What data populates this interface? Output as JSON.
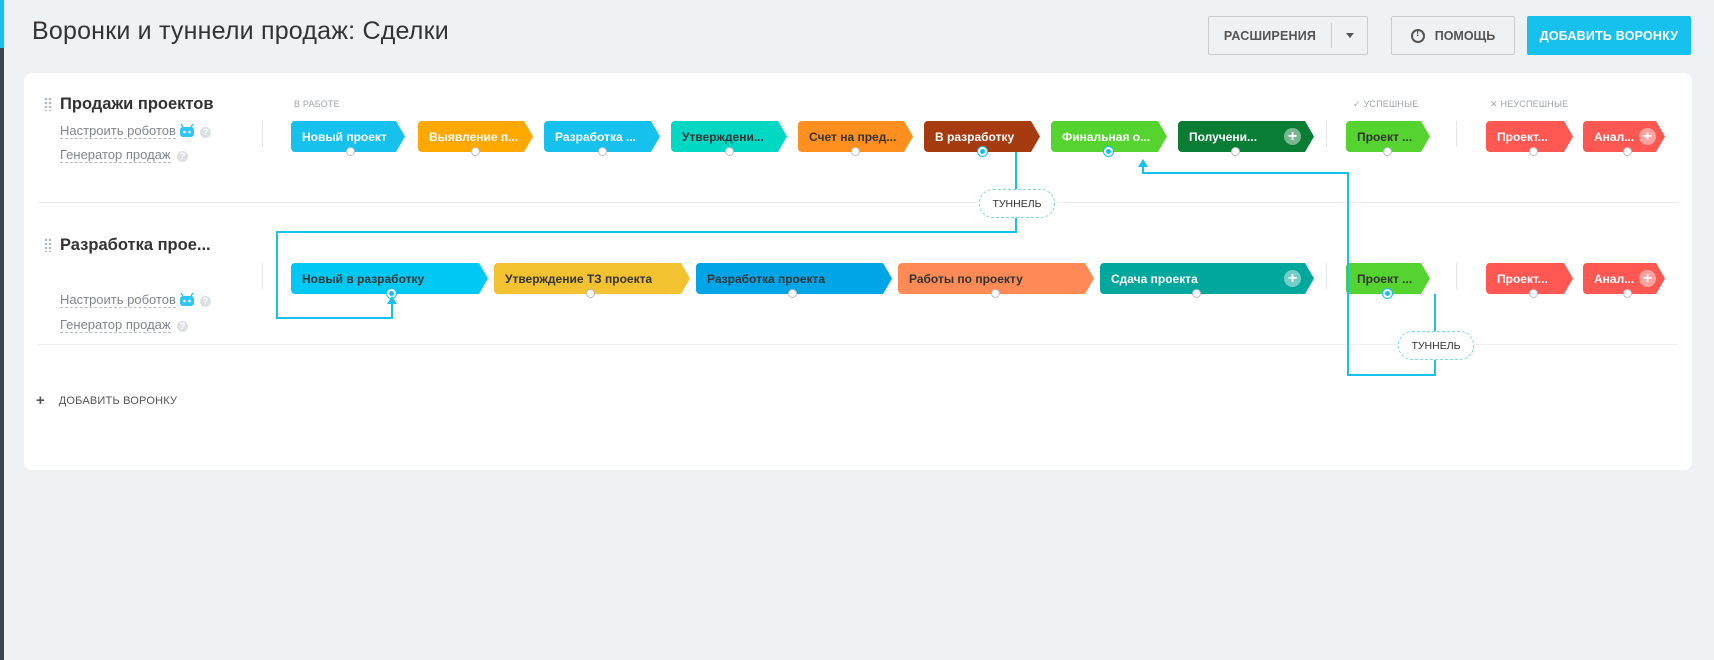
{
  "header": {
    "title": "Воронки и туннели продаж: Сделки",
    "extensions_label": "РАСШИРЕНИЯ",
    "help_label": "ПОМОЩЬ",
    "add_funnel_label": "ДОБАВИТЬ ВОРОНКУ"
  },
  "groups": {
    "in_work": "В РАБОТЕ",
    "success": "УСПЕШНЫЕ",
    "fail": "НЕУСПЕШНЫЕ"
  },
  "funnels": [
    {
      "name": "Продажи проектов",
      "robots_link": "Настроить роботов",
      "generator_link": "Генератор продаж",
      "stages": [
        {
          "label": "Новый проект",
          "color": "#17c1ee"
        },
        {
          "label": "Выявление п...",
          "color": "#ffa900"
        },
        {
          "label": "Разработка ...",
          "color": "#17c1ee"
        },
        {
          "label": "Утверждени...",
          "color": "#00d8c3"
        },
        {
          "label": "Счет на пред...",
          "color": "#ff8f1f"
        },
        {
          "label": "В разработку",
          "color": "#a73b10"
        },
        {
          "label": "Финальная о...",
          "color": "#55d32e"
        },
        {
          "label": "Получени...",
          "color": "#0a7d35"
        }
      ],
      "success_stages": [
        {
          "label": "Проект ...",
          "color": "#55d32e"
        }
      ],
      "fail_stages": [
        {
          "label": "Проект...",
          "color": "#ff5752"
        },
        {
          "label": "Анал...",
          "color": "#ff5752"
        }
      ]
    },
    {
      "name": "Разработка прое...",
      "robots_link": "Настроить роботов",
      "generator_link": "Генератор продаж",
      "stages": [
        {
          "label": "Новый в разработку",
          "color": "#00c8f5"
        },
        {
          "label": "Утверждение ТЗ проекта",
          "color": "#f2c231"
        },
        {
          "label": "Разработка проекта",
          "color": "#00a5e8"
        },
        {
          "label": "Работы по проекту",
          "color": "#ff8a55"
        },
        {
          "label": "Сдача проекта",
          "color": "#00a79c"
        }
      ],
      "success_stages": [
        {
          "label": "Проект ...",
          "color": "#55d32e"
        }
      ],
      "fail_stages": [
        {
          "label": "Проект...",
          "color": "#ff5752"
        },
        {
          "label": "Анал...",
          "color": "#ff5752"
        }
      ]
    }
  ],
  "tunnels": [
    {
      "label": "ТУННЕЛЬ"
    },
    {
      "label": "ТУННЕЛЬ"
    }
  ],
  "footer": {
    "add_funnel_label": "ДОБАВИТЬ ВОРОНКУ"
  },
  "icons": {
    "drag": "drag-handle-icon",
    "robot": "robot-icon",
    "help": "question-icon",
    "check": "check-icon",
    "cross": "cross-icon",
    "plus": "plus-icon"
  },
  "colors": {
    "accent": "#17c1ee",
    "tunnel_line": "#17c1ee"
  }
}
